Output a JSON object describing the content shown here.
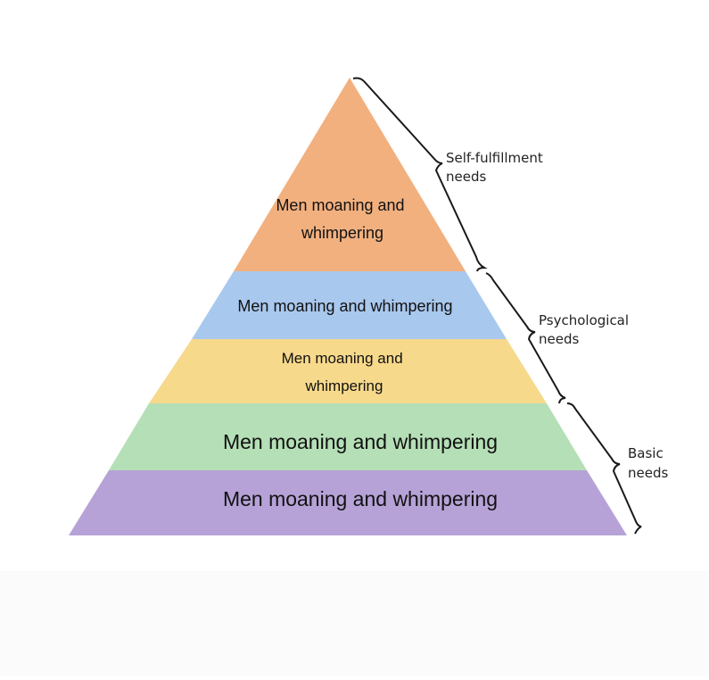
{
  "pyramid": {
    "levels": [
      {
        "lines": [
          "Men moaning and",
          "whimpering"
        ],
        "color": "#f2b07f"
      },
      {
        "lines": [
          "Men moaning and whimpering"
        ],
        "color": "#a9c8ee"
      },
      {
        "lines": [
          "Men moaning and",
          "whimpering"
        ],
        "color": "#f7d98b"
      },
      {
        "lines": [
          "Men moaning and whimpering"
        ],
        "color": "#b5dfb6"
      },
      {
        "lines": [
          "Men moaning and whimpering"
        ],
        "color": "#b6a2d7"
      }
    ]
  },
  "groups": [
    {
      "lines": [
        "Self-fulfillment",
        "needs"
      ]
    },
    {
      "lines": [
        "Psychological",
        "needs"
      ]
    },
    {
      "lines": [
        "Basic",
        "needs"
      ]
    }
  ]
}
